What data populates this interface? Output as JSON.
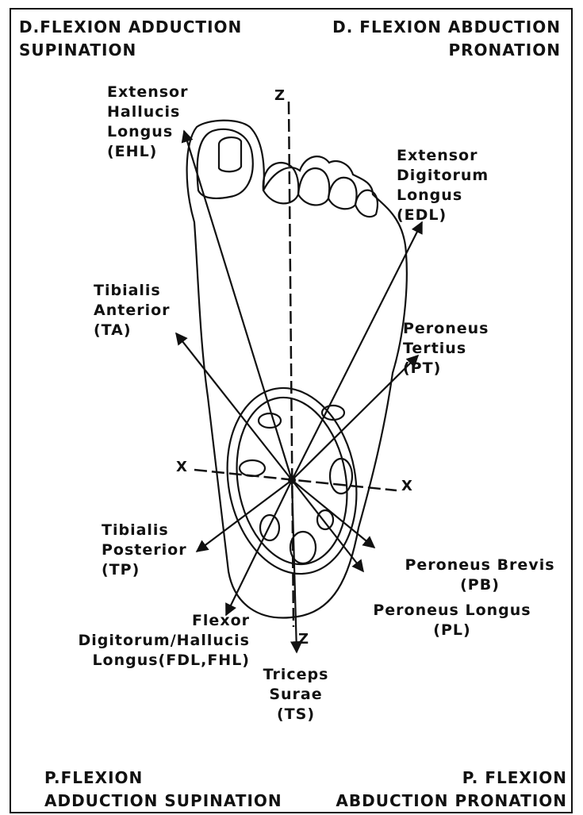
{
  "corners": {
    "top_left": "D.FLEXION  ADDUCTION\nSUPINATION",
    "top_right": "D. FLEXION  ABDUCTION\nPRONATION",
    "bottom_left": "P.FLEXION\nADDUCTION  SUPINATION",
    "bottom_right": "P.  FLEXION\nABDUCTION  PRONATION"
  },
  "axes": {
    "x_left": "X",
    "x_right": "X",
    "z_top": "Z",
    "z_bottom": "Z"
  },
  "muscles": [
    {
      "id": "ehl",
      "label": "Extensor\nHallucis\nLongus\n(EHL)"
    },
    {
      "id": "edl",
      "label": "Extensor\nDigitorum\nLongus\n(EDL)"
    },
    {
      "id": "ta",
      "label": "Tibialis\nAnterior\n(TA)"
    },
    {
      "id": "pt",
      "label": "Peroneus\nTertius\n(PT)"
    },
    {
      "id": "tp",
      "label": "Tibialis\nPosterior\n(TP)"
    },
    {
      "id": "pb",
      "label": "Peroneus Brevis\n(PB)"
    },
    {
      "id": "pl",
      "label": "Peroneus Longus\n(PL)"
    },
    {
      "id": "fdl",
      "label": "Flexor\nDigitorum/Hallucis\nLongus(FDL,FHL)"
    },
    {
      "id": "ts",
      "label": "Triceps\nSurae\n(TS)"
    }
  ]
}
